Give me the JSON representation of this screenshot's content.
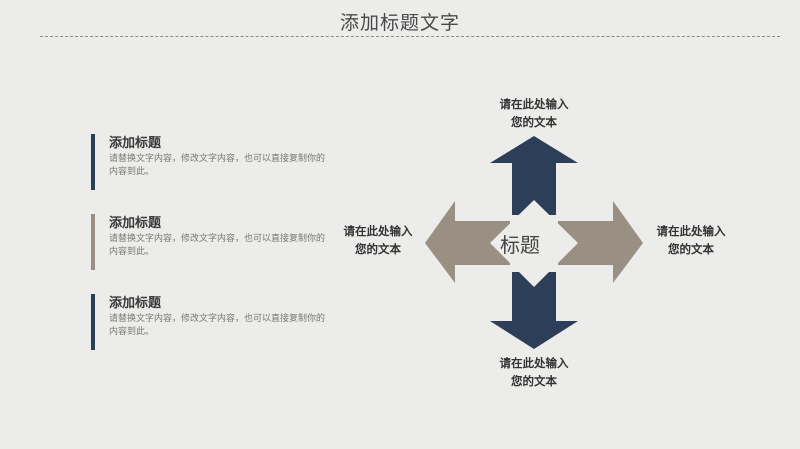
{
  "page": {
    "title": "添加标题文字"
  },
  "colors": {
    "navy": "#2c3e58",
    "taupe": "#9a8f83",
    "background": "#ececea"
  },
  "list": {
    "items": [
      {
        "title": "添加标题",
        "body": "请替换文字内容，修改文字内容，也可以直接复制你的内容到此。",
        "accent": "navy"
      },
      {
        "title": "添加标题",
        "body": "请替换文字内容，修改文字内容，也可以直接复制你的内容到此。",
        "accent": "taupe"
      },
      {
        "title": "添加标题",
        "body": "请替换文字内容，修改文字内容，也可以直接复制你的内容到此。",
        "accent": "navy"
      }
    ]
  },
  "diagram": {
    "center": "标题",
    "top": {
      "line1": "请在此处输入",
      "line2": "您的文本"
    },
    "bottom": {
      "line1": "请在此处输入",
      "line2": "您的文本"
    },
    "left": {
      "line1": "请在此处输入",
      "line2": "您的文本"
    },
    "right": {
      "line1": "请在此处输入",
      "line2": "您的文本"
    }
  }
}
